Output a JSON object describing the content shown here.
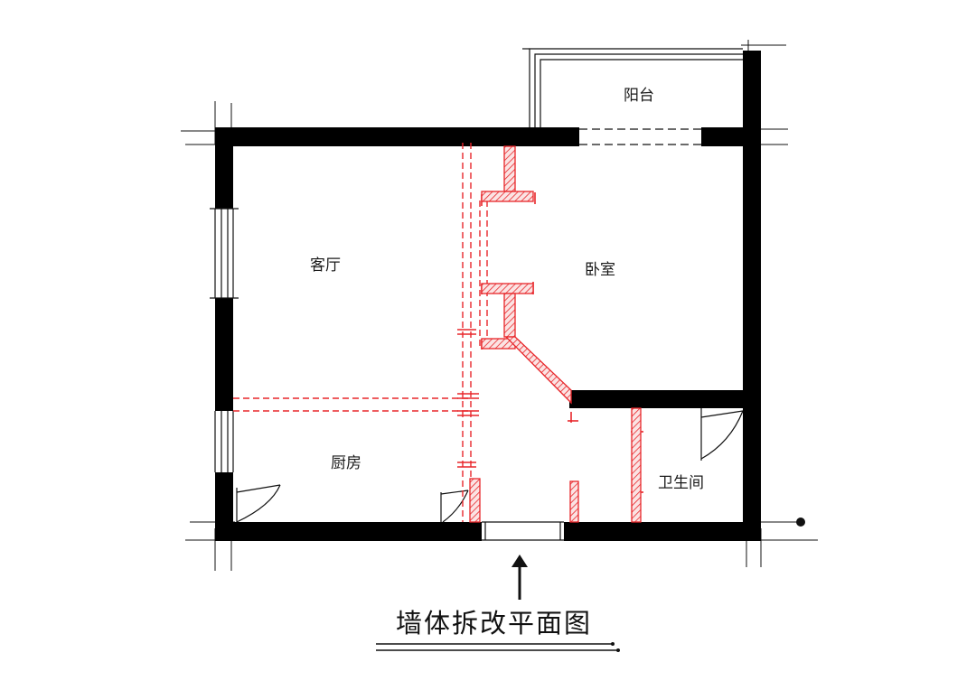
{
  "rooms": {
    "balcony": "阳台",
    "living_room": "客厅",
    "bedroom": "卧室",
    "kitchen": "厨房",
    "bathroom": "卫生间"
  },
  "title": "墙体拆改平面图",
  "colors": {
    "wall": "#000000",
    "demolish": "#e8262a",
    "new_wall_hatch": "#e8262a",
    "background": "#ffffff"
  }
}
